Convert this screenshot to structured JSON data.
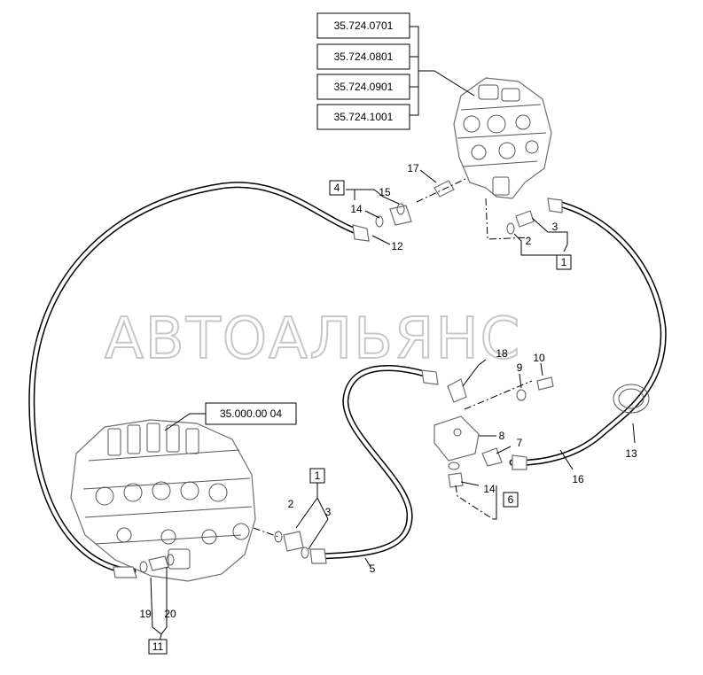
{
  "watermark": "АВТОАЛЬЯНС",
  "references": [
    "35.724.0701",
    "35.724.0801",
    "35.724.0901",
    "35.724.1001",
    "35.000.00 04"
  ],
  "group_boxes": [
    "4",
    "1",
    "1",
    "6",
    "11"
  ],
  "part_numbers": [
    "17",
    "15",
    "14",
    "12",
    "2",
    "3",
    "18",
    "10",
    "9",
    "8",
    "7",
    "14",
    "13",
    "16",
    "2",
    "3",
    "5",
    "19",
    "20"
  ]
}
